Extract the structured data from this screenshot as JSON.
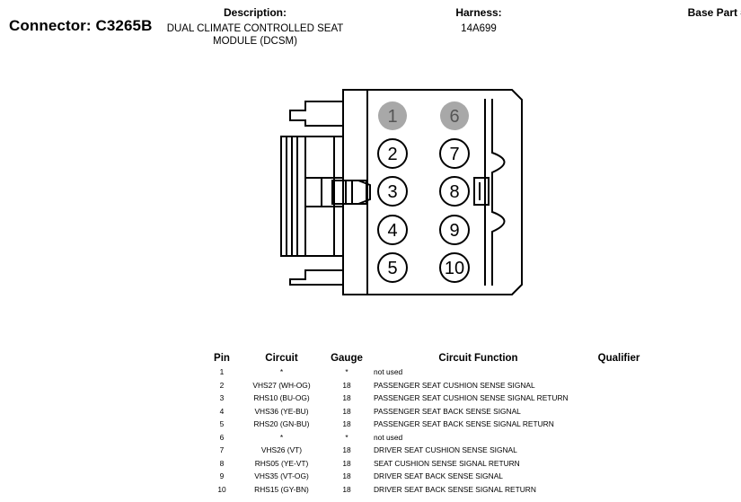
{
  "header": {
    "connector_label": "Connector: C3265B",
    "description_heading": "Description:",
    "description_line1": "DUAL CLIMATE CONTROLLED SEAT",
    "description_line2": "MODULE (DCSM)",
    "harness_heading": "Harness:",
    "harness_value": "14A699",
    "base_part_heading": "Base Part #:"
  },
  "connector_pins": [
    "1",
    "6",
    "2",
    "7",
    "3",
    "8",
    "4",
    "9",
    "5",
    "10"
  ],
  "unused_pins": [
    "1",
    "6"
  ],
  "colors": {
    "unused_pin_fill": "#a8a8a8",
    "line": "#000000",
    "background": "#ffffff"
  },
  "pin_table": {
    "headers": {
      "pin": "Pin",
      "circuit": "Circuit",
      "gauge": "Gauge",
      "function": "Circuit Function",
      "qualifier": "Qualifier"
    },
    "rows": [
      {
        "pin": "1",
        "circuit": "*",
        "gauge": "*",
        "function": "not used"
      },
      {
        "pin": "2",
        "circuit": "VHS27 (WH-OG)",
        "gauge": "18",
        "function": "PASSENGER SEAT CUSHION SENSE SIGNAL"
      },
      {
        "pin": "3",
        "circuit": "RHS10 (BU-OG)",
        "gauge": "18",
        "function": "PASSENGER SEAT CUSHION SENSE SIGNAL RETURN"
      },
      {
        "pin": "4",
        "circuit": "VHS36 (YE-BU)",
        "gauge": "18",
        "function": "PASSENGER SEAT BACK SENSE SIGNAL"
      },
      {
        "pin": "5",
        "circuit": "RHS20 (GN-BU)",
        "gauge": "18",
        "function": "PASSENGER SEAT BACK SENSE SIGNAL RETURN"
      },
      {
        "pin": "6",
        "circuit": "*",
        "gauge": "*",
        "function": "not used"
      },
      {
        "pin": "7",
        "circuit": "VHS26 (VT)",
        "gauge": "18",
        "function": "DRIVER SEAT CUSHION SENSE SIGNAL"
      },
      {
        "pin": "8",
        "circuit": "RHS05 (YE-VT)",
        "gauge": "18",
        "function": "SEAT CUSHION SENSE SIGNAL RETURN"
      },
      {
        "pin": "9",
        "circuit": "VHS35 (VT-OG)",
        "gauge": "18",
        "function": "DRIVER SEAT BACK SENSE SIGNAL"
      },
      {
        "pin": "10",
        "circuit": "RHS15 (GY-BN)",
        "gauge": "18",
        "function": "DRIVER SEAT BACK SENSE SIGNAL RETURN"
      }
    ]
  }
}
